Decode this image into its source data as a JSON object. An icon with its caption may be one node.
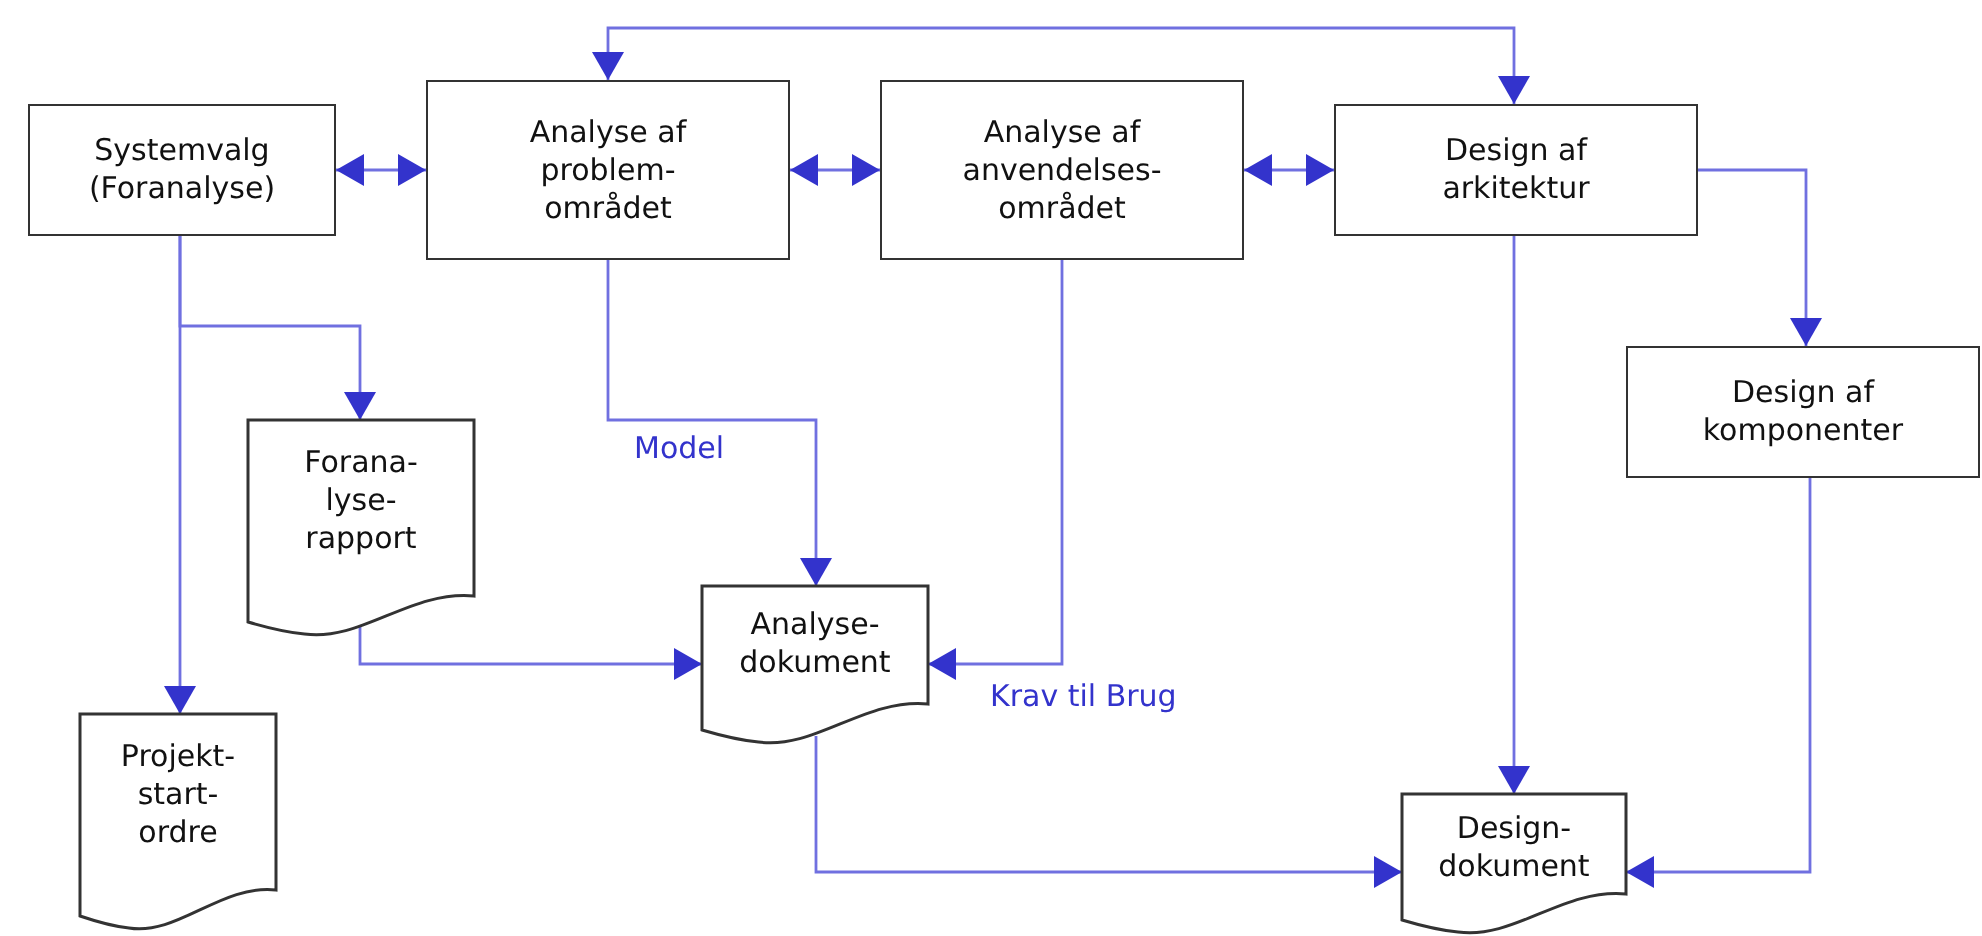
{
  "diagram": {
    "nodes": [
      {
        "text": [
          "Systemvalg (Foranalyse)"
        ]
      },
      {
        "text": [
          "Analyse af problem- området"
        ]
      },
      {
        "text": [
          "Analyse af anvendelses- området"
        ]
      },
      {
        "text": [
          "Design af arkitektur"
        ]
      },
      {
        "text": [
          "Design af komponenter"
        ]
      },
      {
        "text": [
          "Forana- lyse- rapport"
        ]
      },
      {
        "text": [
          "Analyse- dokument"
        ]
      },
      {
        "text": [
          "Projekt- start- ordre"
        ]
      },
      {
        "text": [
          "Design- dokument"
        ]
      }
    ],
    "edges": [
      {
        "from": 0,
        "to": 1,
        "arrow": "both"
      },
      {
        "from": 1,
        "to": 2,
        "arrow": "both"
      },
      {
        "from": 2,
        "to": 3,
        "arrow": "both"
      },
      {
        "from": 1,
        "to": 3,
        "arrow": "both"
      },
      {
        "from": 3,
        "to": 4,
        "arrow": "to"
      },
      {
        "from": 0,
        "to": 5,
        "arrow": "to"
      },
      {
        "from": 0,
        "to": 7,
        "arrow": "to"
      },
      {
        "from": 1,
        "to": 6,
        "arrow": "to",
        "label": "Model"
      },
      {
        "from": 2,
        "to": 6,
        "arrow": "to",
        "label": "Krav til Brug"
      },
      {
        "from": 5,
        "to": 6,
        "arrow": "to"
      },
      {
        "from": 3,
        "to": 8,
        "arrow": "to"
      },
      {
        "from": 6,
        "to": 8,
        "arrow": "to"
      },
      {
        "from": 4,
        "to": 8,
        "arrow": "to"
      }
    ]
  }
}
